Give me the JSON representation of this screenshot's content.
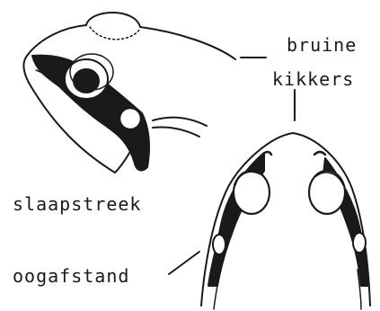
{
  "labels": {
    "title_line1": "bruine",
    "title_line2": "kikkers",
    "temple_stripe": "slaapstreek",
    "eye_distance": "oogafstand"
  },
  "colors": {
    "ink": "#1a1a1a",
    "paper": "#ffffff"
  }
}
